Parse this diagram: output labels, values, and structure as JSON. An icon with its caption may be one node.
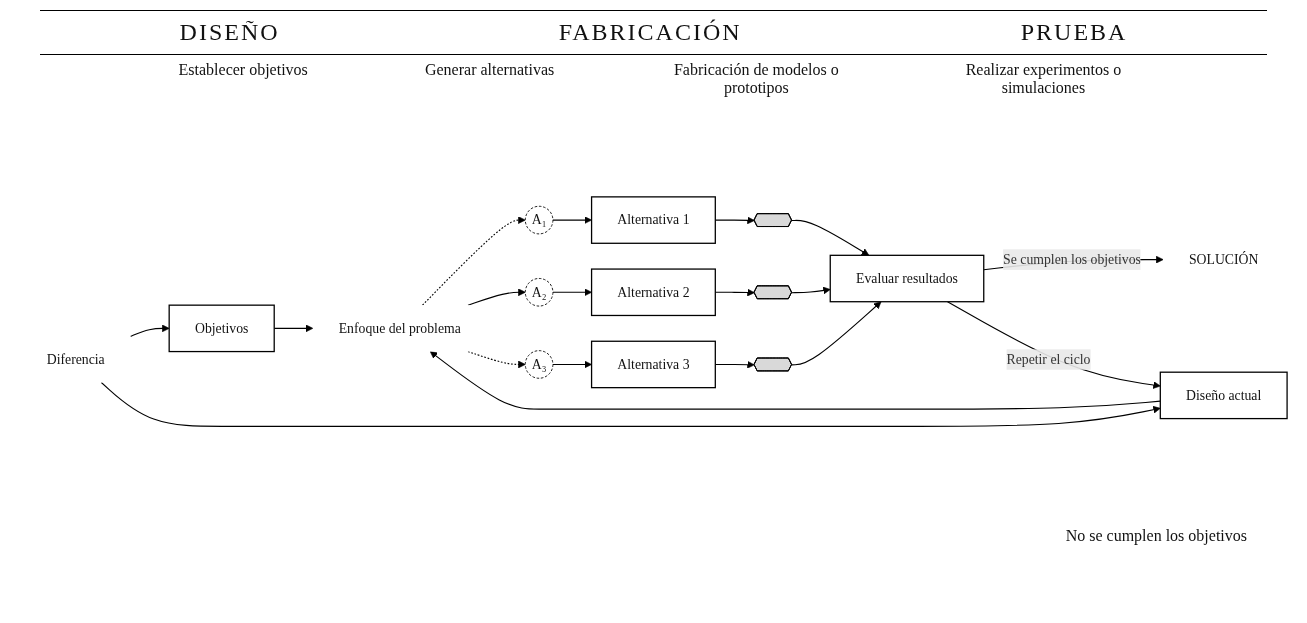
{
  "diagram": {
    "nodes": [
      {
        "text": [
          "Diferencia"
        ]
      },
      {
        "text": [
          "Objetivos"
        ]
      },
      {
        "text": [
          "Diseño actual"
        ]
      },
      {
        "text": [
          "Enfoque del problema"
        ]
      },
      {
        "text": [
          "A₁"
        ]
      },
      {
        "text": [
          "A₂"
        ]
      },
      {
        "text": [
          "A₃"
        ]
      },
      {
        "text": [
          "Alternativa 1"
        ]
      },
      {
        "text": [
          "Alternativa 2"
        ]
      },
      {
        "text": [
          "Alternativa 3"
        ]
      },
      {
        "text": [],
        "shape": "hexagon"
      },
      {
        "text": [],
        "shape": "hexagon"
      },
      {
        "text": [],
        "shape": "hexagon"
      },
      {
        "text": [
          "Evaluar resultados"
        ]
      },
      {
        "text": [
          "SOLUCIÓN"
        ]
      }
    ],
    "edges": [
      {
        "from": 0,
        "to": 1,
        "arrow": "to"
      },
      {
        "from": 0,
        "to": 2,
        "arrow": "to"
      },
      {
        "from": 1,
        "to": 3,
        "arrow": "to"
      },
      {
        "from": 2,
        "to": 3,
        "arrow": "to"
      },
      {
        "from": 3,
        "to": 4,
        "arrow": "to",
        "style": "dashed"
      },
      {
        "from": 3,
        "to": 5,
        "arrow": "to"
      },
      {
        "from": 3,
        "to": 6,
        "arrow": "to",
        "style": "dashed"
      },
      {
        "from": 4,
        "to": 7,
        "arrow": "to"
      },
      {
        "from": 5,
        "to": 8,
        "arrow": "to"
      },
      {
        "from": 6,
        "to": 9,
        "arrow": "to"
      },
      {
        "from": 7,
        "to": 10,
        "arrow": "to"
      },
      {
        "from": 8,
        "to": 11,
        "arrow": "to"
      },
      {
        "from": 9,
        "to": 12,
        "arrow": "to"
      },
      {
        "from": 10,
        "to": 13,
        "arrow": "to"
      },
      {
        "from": 11,
        "to": 13,
        "arrow": "to"
      },
      {
        "from": 12,
        "to": 13,
        "arrow": "to"
      },
      {
        "from": 13,
        "to": 14,
        "arrow": "to",
        "label": "Se cumplen los objetivos"
      },
      {
        "from": 13,
        "to": 2,
        "arrow": "to",
        "label": "Repetir el ciclo"
      }
    ],
    "labels": [
      "DISEÑO",
      "FABRICACIÓN",
      "PRUEBA",
      "Establecer objetivos",
      "Generar alternativas",
      "Fabricación de modelos o prototipos",
      "Realizar experimentos o simulaciones",
      "No se cumplen los objetivos"
    ]
  }
}
